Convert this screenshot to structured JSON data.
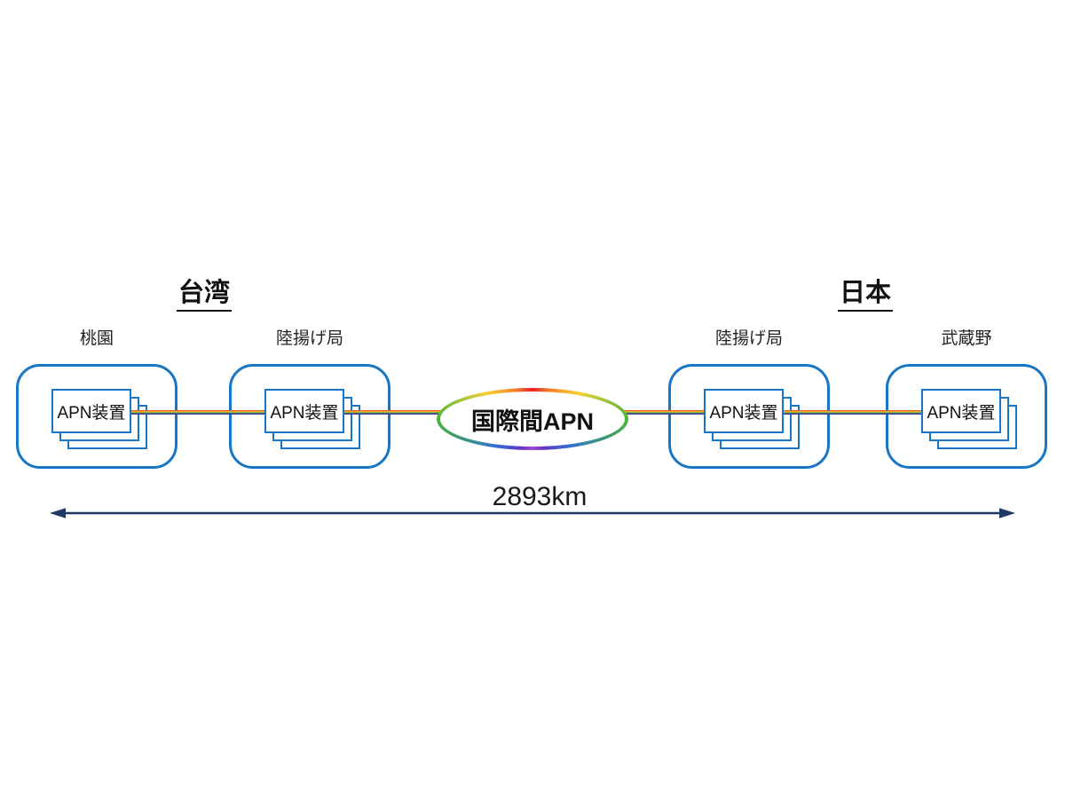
{
  "diagram": {
    "regions": {
      "taiwan": {
        "label": "台湾"
      },
      "japan": {
        "label": "日本"
      }
    },
    "nodes": [
      {
        "label": "桃園",
        "device": "APN装置"
      },
      {
        "label": "陸揚げ局",
        "device": "APN装置"
      },
      {
        "label": "陸揚げ局",
        "device": "APN装置"
      },
      {
        "label": "武蔵野",
        "device": "APN装置"
      }
    ],
    "center": {
      "label": "国際間APN"
    },
    "distance": {
      "label": "2893km"
    },
    "colors": {
      "box_border": "#1776c5",
      "arrow": "#1f3864",
      "text": "#111111"
    }
  }
}
